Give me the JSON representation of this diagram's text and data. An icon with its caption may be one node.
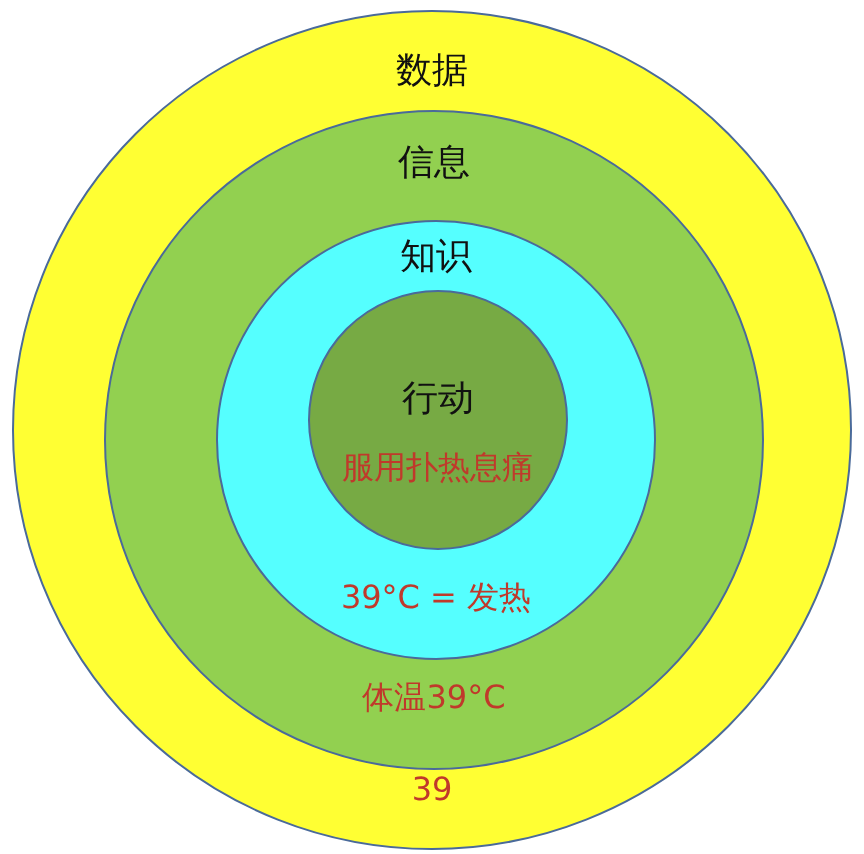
{
  "diagram": {
    "nodes": [
      {
        "text": [
          "数据",
          "39"
        ]
      },
      {
        "text": [
          "信息",
          "体温39°C"
        ],
        "in": 0
      },
      {
        "text": [
          "知识",
          "39°C = 发热"
        ],
        "in": 1
      },
      {
        "text": [
          "行动",
          "服用扑热息痛"
        ],
        "in": 2
      }
    ]
  }
}
